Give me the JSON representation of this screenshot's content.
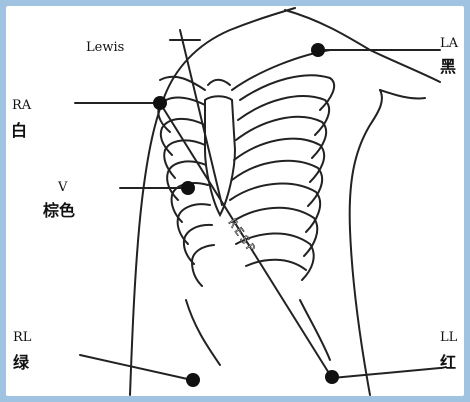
{
  "labels": {
    "lewis": "Lewis",
    "ra": {
      "code": "RA",
      "color": "白"
    },
    "la": {
      "code": "LA",
      "color": "黑"
    },
    "v": {
      "code": "V",
      "color": "棕色"
    },
    "rl": {
      "code": "RL",
      "color": "绿"
    },
    "ll": {
      "code": "LL",
      "color": "红"
    },
    "resp": "RESP"
  },
  "colors": {
    "background": "#9fc3e0",
    "ink": "#111111",
    "panel": "#ffffff"
  }
}
